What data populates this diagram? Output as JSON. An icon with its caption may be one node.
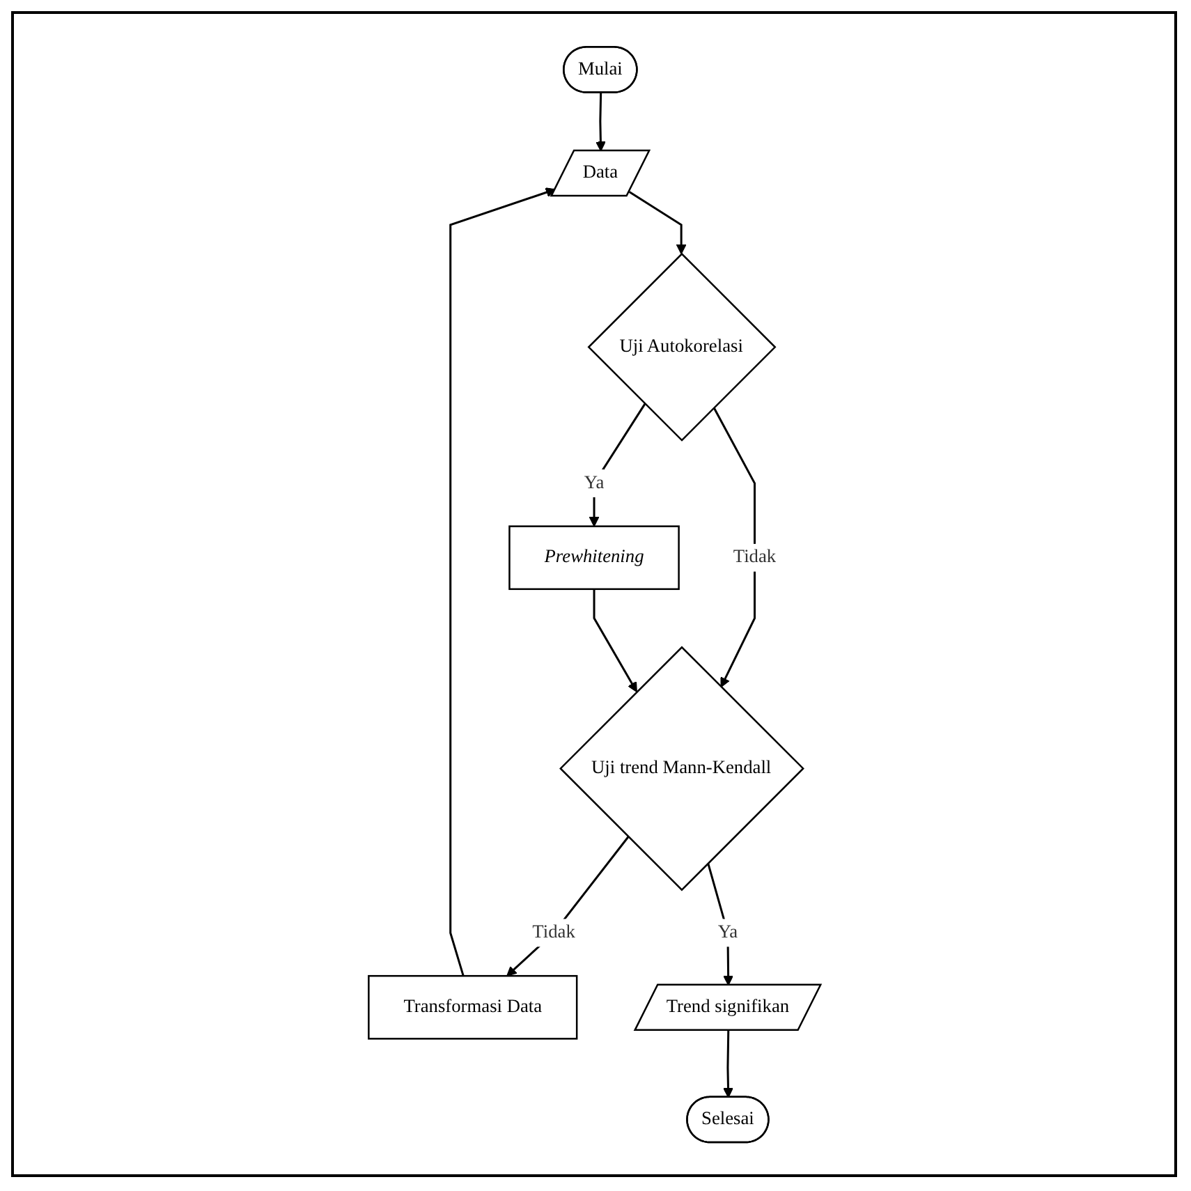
{
  "diagram": {
    "nodes": [
      {
        "text": [
          "Mulai"
        ]
      },
      {
        "text": [
          "Data"
        ]
      },
      {
        "text": [
          "Uji Autokorelasi"
        ]
      },
      {
        "text": [
          "Prewhitening"
        ]
      },
      {
        "text": [
          "Uji trend Mann-Kendall"
        ]
      },
      {
        "text": [
          "Transformasi Data"
        ]
      },
      {
        "text": [
          "Trend signifikan"
        ]
      },
      {
        "text": [
          "Selesai"
        ]
      }
    ],
    "edges": [
      {
        "from": 0,
        "to": 1,
        "arrow": "to"
      },
      {
        "from": 1,
        "to": 2,
        "arrow": "to"
      },
      {
        "from": 2,
        "to": 3,
        "arrow": "to",
        "label": "Ya"
      },
      {
        "from": 2,
        "to": 4,
        "arrow": "to",
        "label": "Tidak"
      },
      {
        "from": 3,
        "to": 4,
        "arrow": "to"
      },
      {
        "from": 4,
        "to": 5,
        "arrow": "to",
        "label": "Tidak"
      },
      {
        "from": 5,
        "to": 1,
        "arrow": "to"
      },
      {
        "from": 4,
        "to": 6,
        "arrow": "to",
        "label": "Ya"
      },
      {
        "from": 6,
        "to": 7,
        "arrow": "to"
      }
    ]
  }
}
